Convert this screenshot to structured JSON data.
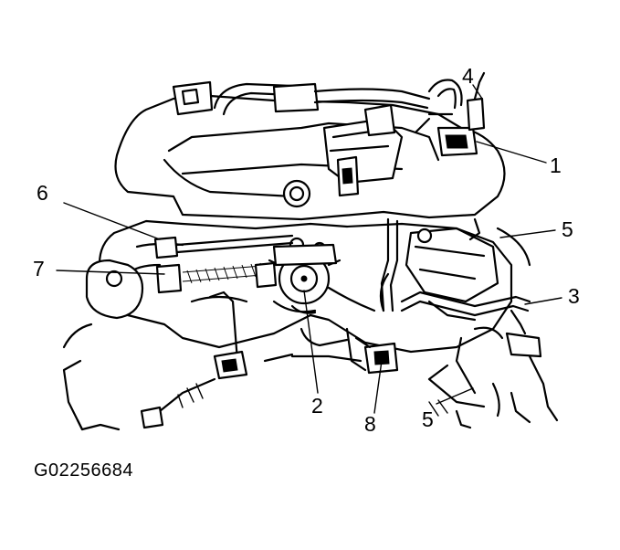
{
  "figure": {
    "id_text": "G02256684"
  },
  "callouts": [
    {
      "key": "c1",
      "label": "1"
    },
    {
      "key": "c2",
      "label": "2"
    },
    {
      "key": "c3",
      "label": "3"
    },
    {
      "key": "c4",
      "label": "4"
    },
    {
      "key": "c5a",
      "label": "5"
    },
    {
      "key": "c5b",
      "label": "5"
    },
    {
      "key": "c6",
      "label": "6"
    },
    {
      "key": "c7",
      "label": "7"
    },
    {
      "key": "c8",
      "label": "8"
    }
  ],
  "colors": {
    "ink": "#000000",
    "background": "#ffffff"
  }
}
